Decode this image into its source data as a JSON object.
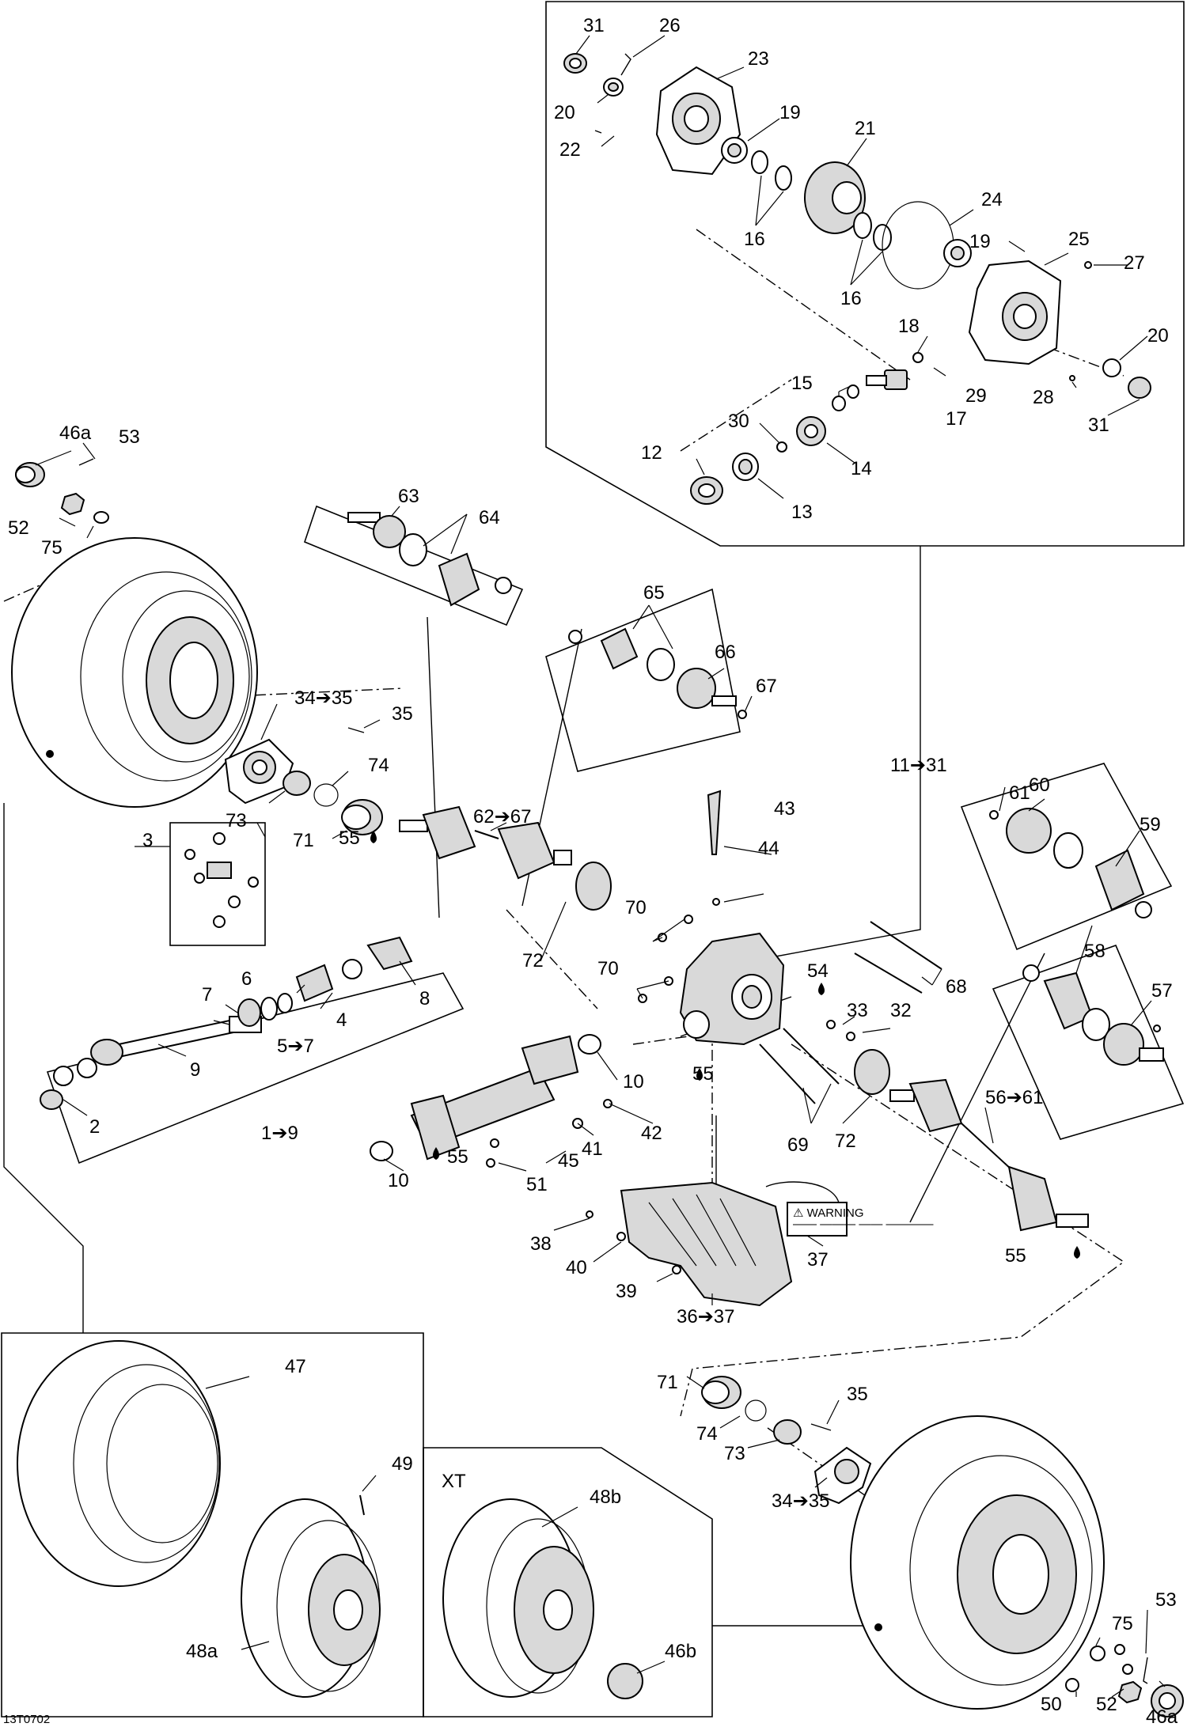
{
  "drawing_id": "13T0702",
  "variant_label": "XT",
  "callouts": {
    "c31a": "31",
    "c26": "26",
    "c23": "23",
    "c20a": "20",
    "c19a": "19",
    "c22": "22",
    "c21": "21",
    "c16a": "16",
    "c24": "24",
    "c16b": "16",
    "c19b": "19",
    "c25": "25",
    "c27": "27",
    "c18": "18",
    "c20b": "20",
    "c15": "15",
    "c29": "29",
    "c28": "28",
    "c17": "17",
    "c31b": "31",
    "c30": "30",
    "c12": "12",
    "c14": "14",
    "c13": "13",
    "c46a_top": "46a",
    "c53_top": "53",
    "c52_top": "52",
    "c75_top": "75",
    "c63": "63",
    "c64": "64",
    "c65": "65",
    "c66": "66",
    "c67": "67",
    "c34_35_top": "34➔35",
    "c35_top": "35",
    "c74_top": "74",
    "c73_top": "73",
    "c71_top": "71",
    "c55_a": "55",
    "c62_67": "62➔67",
    "c11_31": "11➔31",
    "c43": "43",
    "c44": "44",
    "c61": "61",
    "c60": "60",
    "c59": "59",
    "c3": "3",
    "c70a": "70",
    "c72a": "72",
    "c70b": "70",
    "c54": "54",
    "c68": "68",
    "c6": "6",
    "c7": "7",
    "c4": "4",
    "c8": "8",
    "c5_7": "5➔7",
    "c9": "9",
    "c2": "2",
    "c1_9": "1➔9",
    "c33": "33",
    "c32": "32",
    "c58": "58",
    "c57": "57",
    "c55_b": "55",
    "c10a": "10",
    "c42": "42",
    "c41": "41",
    "c69": "69",
    "c72b": "72",
    "c56_61": "56➔61",
    "c55_c": "55",
    "c45": "45",
    "c51": "51",
    "c10b": "10",
    "c38": "38",
    "c40": "40",
    "c39": "39",
    "c37": "37",
    "c36_37": "36➔37",
    "c55_d": "55",
    "c47": "47",
    "c49": "49",
    "c48a": "48a",
    "c48b": "48b",
    "c46b": "46b",
    "c71_bot": "71",
    "c35_bot": "35",
    "c74_bot": "74",
    "c73_bot": "73",
    "c34_35_bot": "34➔35",
    "c75_bot": "75",
    "c53_bot": "53",
    "c50": "50",
    "c52_bot": "52",
    "c46a_bot": "46a"
  },
  "warning_label": {
    "heading": "⚠ WARNING",
    "line1": "—— ——— —— ————",
    "line2": "——— ——— ——— ——"
  }
}
